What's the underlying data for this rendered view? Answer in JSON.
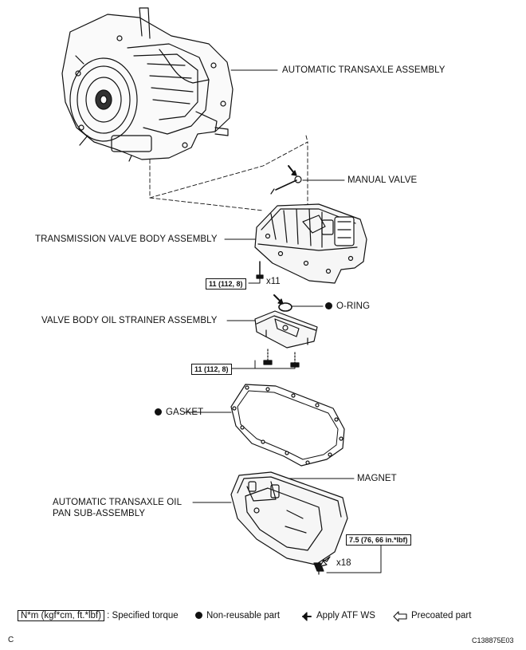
{
  "labels": {
    "transaxle": "AUTOMATIC TRANSAXLE ASSEMBLY",
    "manual_valve": "MANUAL VALVE",
    "valve_body": "TRANSMISSION VALVE BODY ASSEMBLY",
    "o_ring": "O-RING",
    "strainer": "VALVE BODY OIL STRAINER ASSEMBLY",
    "gasket": "GASKET",
    "magnet": "MAGNET",
    "oil_pan_line1": "AUTOMATIC TRANSAXLE OIL",
    "oil_pan_line2": "PAN SUB-ASSEMBLY"
  },
  "torques": {
    "valve_body": "11 (112, 8)",
    "strainer": "11 (112, 8)",
    "oil_pan": "7.5 (76, 66 in.*lbf)"
  },
  "counts": {
    "valve_body_bolts": "x11",
    "oil_pan_bolts": "x18"
  },
  "legend": {
    "unit_box": "N*m (kgf*cm, ft.*lbf)",
    "specified_torque": ": Specified torque",
    "non_reusable": "Non-reusable part",
    "apply_atf": "Apply ATF WS",
    "precoated": "Precoated part"
  },
  "corner": {
    "left": "C",
    "right": "C138875E03"
  },
  "icons": {
    "non_reusable": "filled-circle-icon",
    "apply_atf": "solid-arrow-icon",
    "precoated": "hollow-arrow-icon"
  }
}
